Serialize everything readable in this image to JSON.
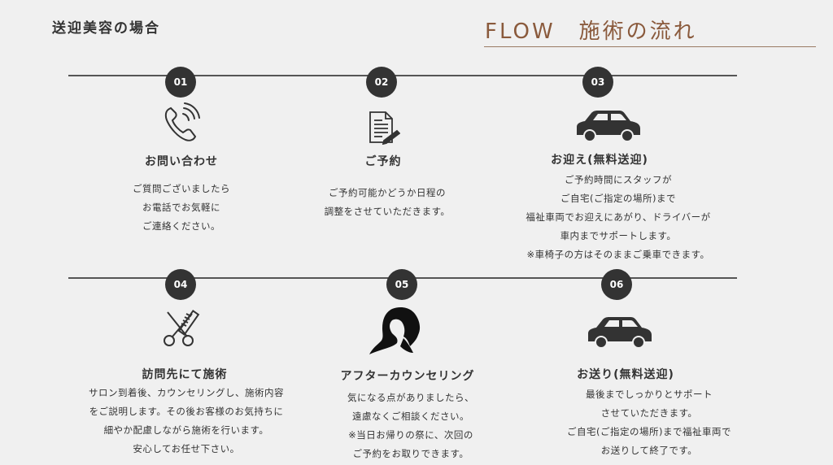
{
  "header": {
    "heading": "送迎美容の場合",
    "flow_title": "FLOW　施術の流れ"
  },
  "steps": [
    {
      "number": "01",
      "icon": "phone-icon",
      "title": "お問い合わせ",
      "lines": [
        "ご質問ございましたら",
        "お電話でお気軽に",
        "ご連絡ください。"
      ]
    },
    {
      "number": "02",
      "icon": "document-icon",
      "title": "ご予約",
      "lines": [
        "ご予約可能かどうか日程の",
        "調整をさせていただきます。"
      ]
    },
    {
      "number": "03",
      "icon": "car-icon",
      "title": "お迎え(無料送迎)",
      "lines": [
        "ご予約時間にスタッフが",
        "ご自宅(ご指定の場所)まで",
        "福祉車両でお迎えにあがり、ドライバーが",
        "車内までサポートします。",
        "※車椅子の方はそのままご乗車できます。"
      ]
    },
    {
      "number": "04",
      "icon": "scissors-comb-icon",
      "title": "訪問先にて施術",
      "lines": [
        "サロン到着後、カウンセリングし、施術内容",
        "をご説明します。その後お客様のお気持ちに",
        "細やか配慮しながら施術を行います。",
        "安心してお任せ下さい。"
      ]
    },
    {
      "number": "05",
      "icon": "hair-silhouette-icon",
      "title": "アフターカウンセリング",
      "lines": [
        "気になる点がありましたら、",
        "遠慮なくご相談ください。",
        "※当日お帰りの祭に、次回の",
        "ご予約をお取りできます。"
      ]
    },
    {
      "number": "06",
      "icon": "car-icon",
      "title": "お送り(無料送迎)",
      "lines": [
        "最後までしっかりとサポート",
        "させていただきます。",
        "ご自宅(ご指定の場所)まで福祉車両で",
        "お送りして終了です。"
      ]
    }
  ]
}
